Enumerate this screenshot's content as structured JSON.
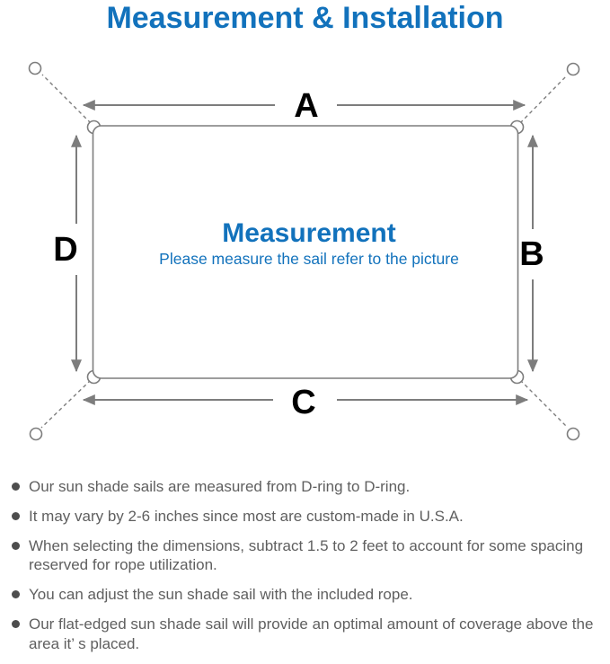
{
  "title": "Measurement & Installation",
  "colors": {
    "accent_blue": "#1272bc",
    "line_gray": "#7d7d7d",
    "label_black": "#000000",
    "text_gray": "#5f5f5f",
    "bullet_gray": "#4d4d4d"
  },
  "diagram": {
    "labels": {
      "top": "A",
      "right": "B",
      "bottom": "C",
      "left": "D"
    },
    "center_title": "Measurement",
    "center_subtitle": "Please measure the sail refer to the picture"
  },
  "notes": {
    "items": [
      "Our sun shade sails are measured from D-ring to D-ring.",
      "It may vary by 2-6 inches since most are custom-made in U.S.A.",
      "When selecting the dimensions, subtract 1.5 to 2 feet to account for some spacing reserved for rope utilization.",
      "You can adjust the sun shade sail with the included rope.",
      "Our flat-edged sun shade sail will provide an optimal amount of coverage above the area it’ s placed."
    ]
  }
}
